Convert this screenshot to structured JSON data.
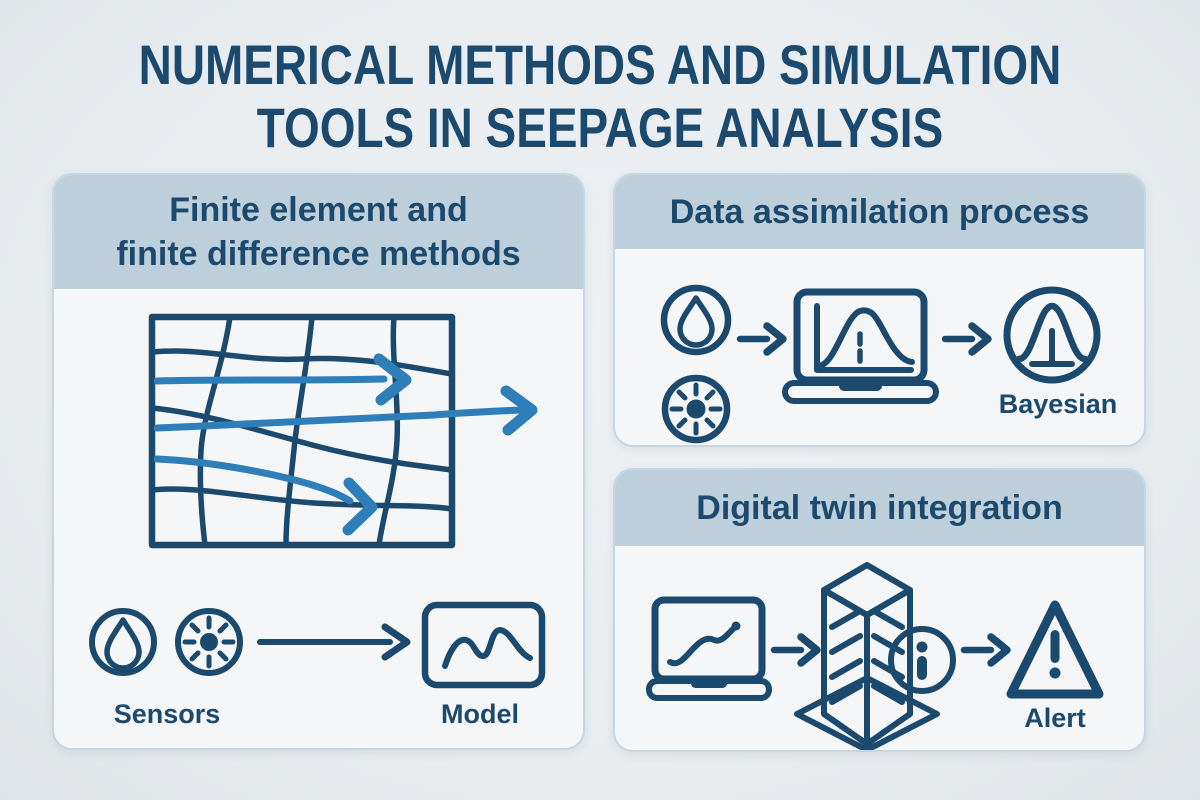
{
  "title": {
    "line1": "NUMERICAL METHODS AND SIMULATION",
    "line2": "TOOLS IN SEEPAGE ANALYSIS"
  },
  "panels": {
    "fem": {
      "heading_line1": "Finite element and",
      "heading_line2": "finite difference methods",
      "sensors_label": "Sensors",
      "model_label": "Model"
    },
    "assimilation": {
      "heading": "Data assimilation process",
      "bayesian_label": "Bayesian"
    },
    "digital_twin": {
      "heading": "Digital twin integration",
      "alert_label": "Alert"
    }
  },
  "icons": {
    "droplet-icon": "water droplet inside circle (seepage sensor)",
    "sun-icon": "sun / radiating sensor inside circle",
    "mesh-grid": "distorted finite element mesh with blue flow streamlines and arrows",
    "model-screen-icon": "rounded screen with wavy model curve",
    "laptop-bell-curve-icon": "laptop showing gaussian curve with dashed center line",
    "gaussian-icon": "bell curve with stem and base inside circle",
    "laptop-trend-icon": "laptop showing rising trend line",
    "server-icon": "isometric server tower on platform",
    "info-badge-icon": "orange circular info badge with i",
    "warning-triangle-icon": "orange warning triangle with exclamation mark",
    "flow-arrow": "navy chevron process arrow"
  },
  "colors": {
    "navy": "#1c4a6e",
    "blue": "#2e7eb9",
    "orange": "#ee8531",
    "band": "#bccfdb",
    "panel": "#f4f6f7",
    "page": "#e9edf0",
    "border": "#c6d7e2",
    "face_top": "#e8ebef",
    "face_left": "#dde3e9",
    "face_right": "#cdd5dd",
    "platform": "#dae0e7",
    "laptop_base": "#d8dfe6",
    "screen": "#f7f9fb"
  }
}
